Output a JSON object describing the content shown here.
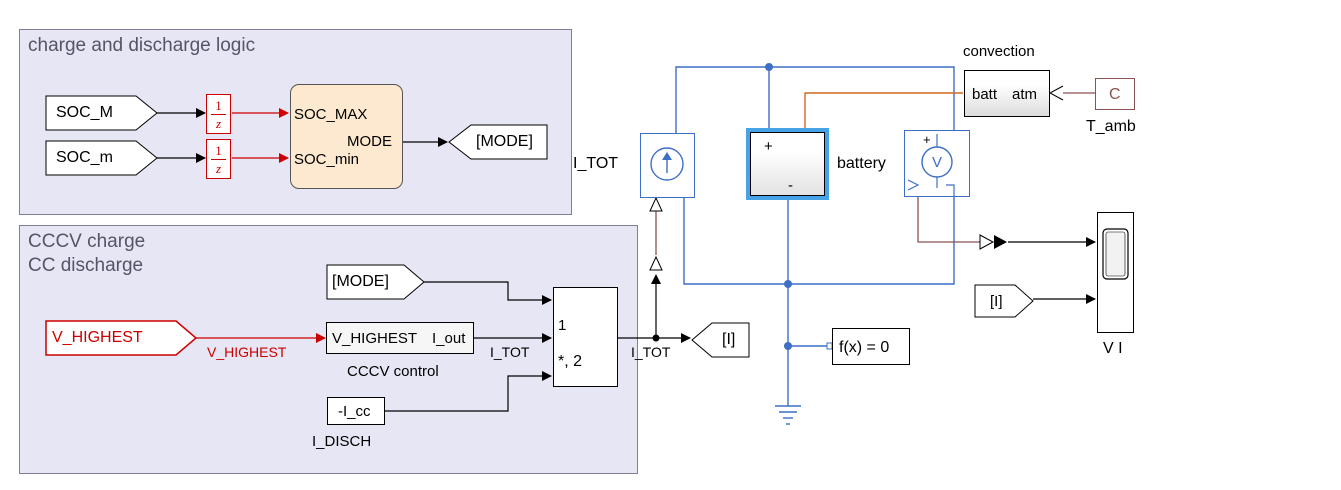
{
  "areas": {
    "logic_title": "charge and discharge logic",
    "cccv_title": "CCCV charge\nCC discharge"
  },
  "blocks": {
    "soc_M": "SOC_M",
    "soc_m": "SOC_m",
    "delay_num": "1",
    "delay_den": "z",
    "chart_in1": "SOC_MAX",
    "chart_in2": "SOC_min",
    "chart_out": "MODE",
    "mode_goto": "[MODE]",
    "mode_from": "[MODE]",
    "v_highest_from": "V_HIGHEST",
    "cccv_in": "V_HIGHEST",
    "cccv_out": "I_out",
    "cccv_label": "CCCV control",
    "const_value": "-I_cc",
    "const_label": "I_DISCH",
    "switch_port1": "1",
    "switch_port2": "*, 2",
    "i_goto": "[I]",
    "i_from": "[I]",
    "current_source_label": "I_TOT",
    "battery_label": "battery",
    "battery_plus": "+",
    "battery_minus": "-",
    "convection_label": "convection",
    "conv_port1": "batt",
    "conv_port2": "atm",
    "t_amb_value": "C",
    "t_amb_label": "T_amb",
    "solver": "f(x) = 0",
    "scope_label": "V I",
    "volt_plus": "+",
    "volt_sym": "V"
  },
  "signals": {
    "v_highest": "V_HIGHEST",
    "i_tot_1": "I_TOT",
    "i_tot_2": "I_TOT"
  },
  "colors": {
    "area_fill": "#e6e6f5",
    "signal": "#000000",
    "delay_signal": "#cc0000",
    "electrical": "#3d6fc6",
    "thermal": "#d2691e",
    "ps_signal": "#8a5252",
    "chart_fill": "#fde9cf",
    "highlight": "#47a3e6"
  }
}
